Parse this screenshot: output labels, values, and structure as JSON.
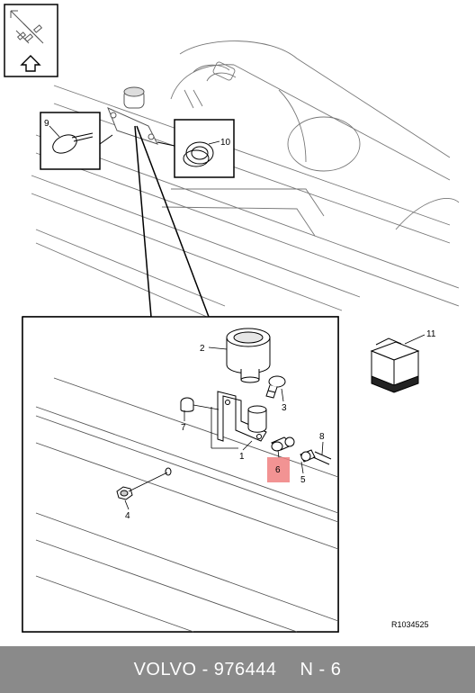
{
  "footer": {
    "part_text": "VOLVO - 976444",
    "page_text": "N - 6"
  },
  "diagram": {
    "reference_code": "R1034525",
    "callouts": {
      "c1": "1",
      "c2": "2",
      "c3": "3",
      "c4": "4",
      "c5": "5",
      "c6": "6",
      "c7": "7",
      "c8": "8",
      "c9": "9",
      "c10": "10",
      "c11": "11"
    },
    "highlight_color": "#f08080"
  }
}
